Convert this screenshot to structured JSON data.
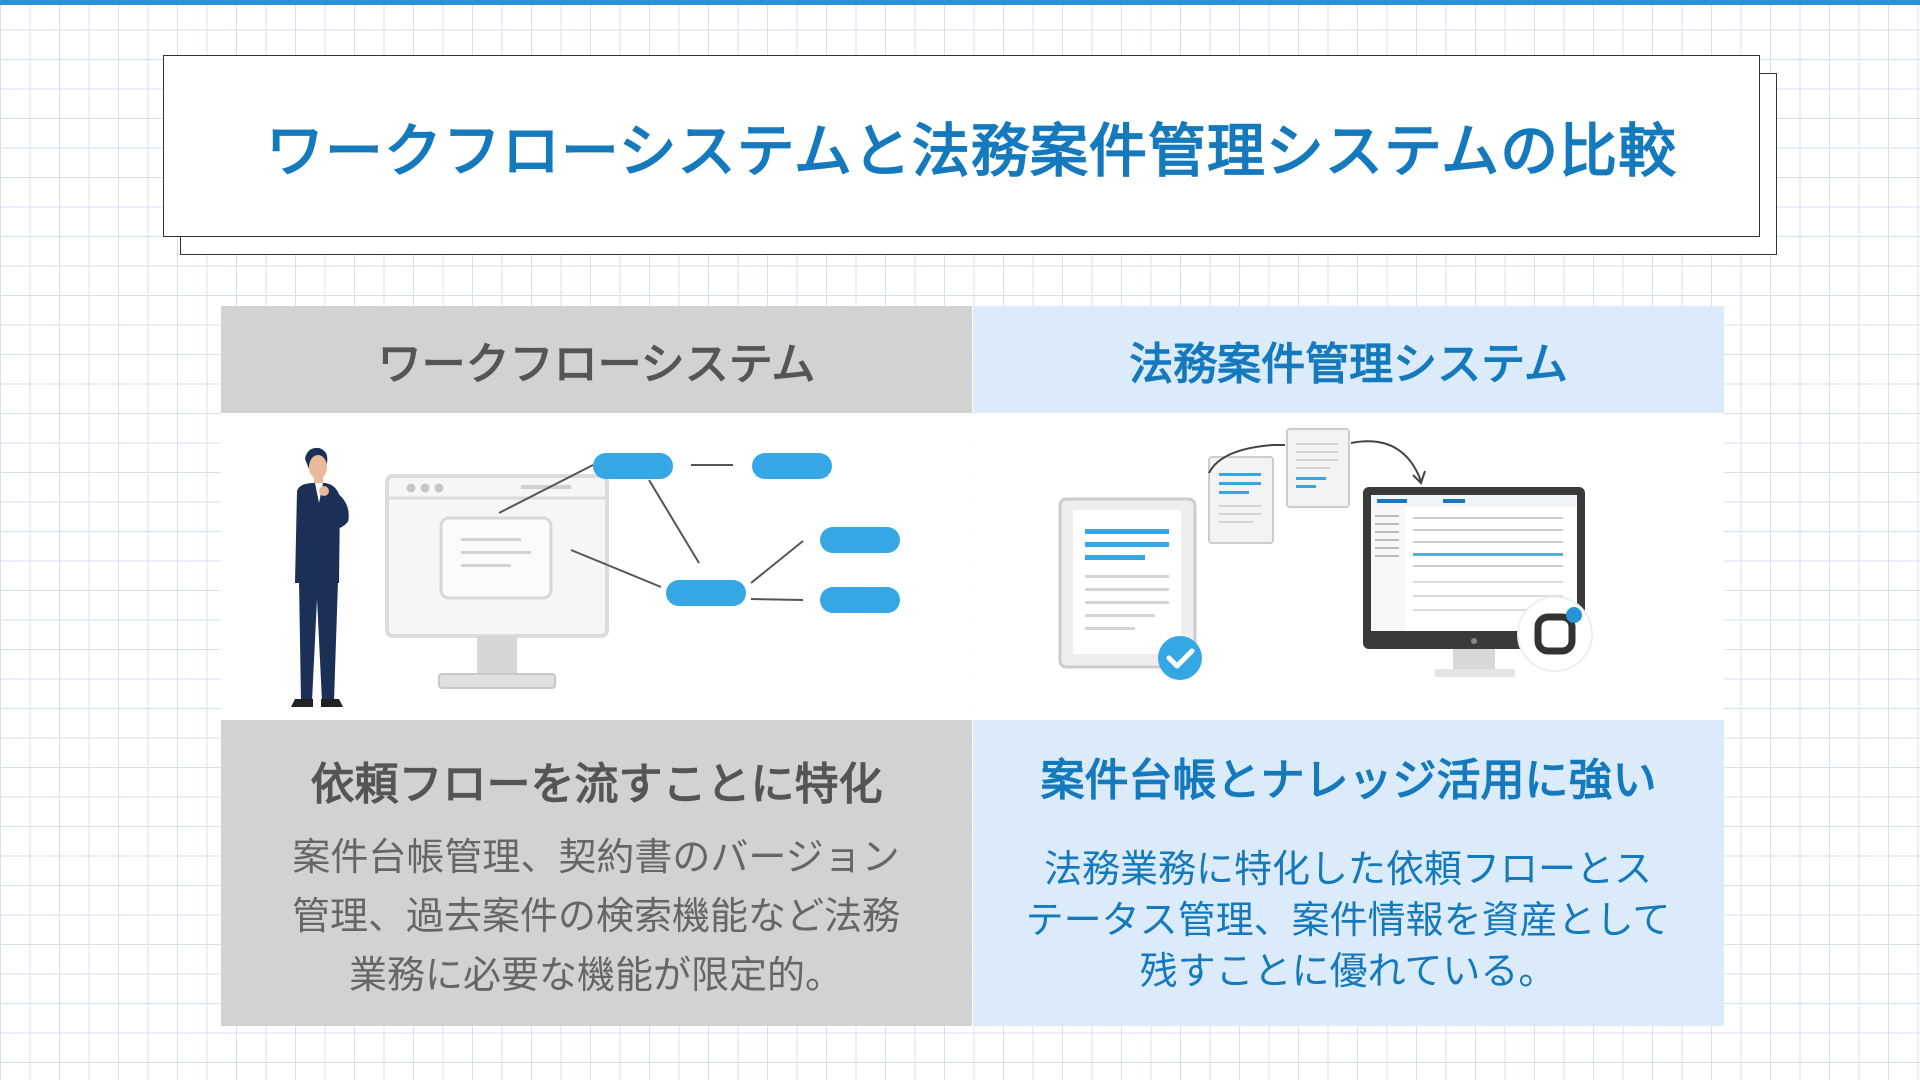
{
  "title": "ワークフローシステムと法務案件管理システムの比較",
  "left": {
    "header": "ワークフローシステム",
    "heading": "依頼フローを流すことに特化",
    "lines": [
      "案件台帳管理、契約書のバージョン",
      "管理、過去案件の検索機能など法務",
      "業務に必要な機能が限定的。"
    ]
  },
  "right": {
    "header": "法務案件管理システム",
    "heading": "案件台帳とナレッジ活用に強い",
    "lines": [
      "法務業務に特化した依頼フローとス",
      "テータス管理、案件情報を資産として",
      "残すことに優れている。"
    ]
  },
  "colors": {
    "accent": "#1479bd",
    "bar": "#2a93d5",
    "left_bg": "#d2d2d2",
    "right_bg": "#dbebf9",
    "node": "#34a7e4",
    "figure": "#1b2f57"
  },
  "icons": [
    "business-person-icon",
    "monitor-icon",
    "workflow-node-icon",
    "document-icon",
    "checkmark-icon",
    "laptop-dashboard-icon",
    "app-logo-icon",
    "curved-arrow-icon"
  ]
}
